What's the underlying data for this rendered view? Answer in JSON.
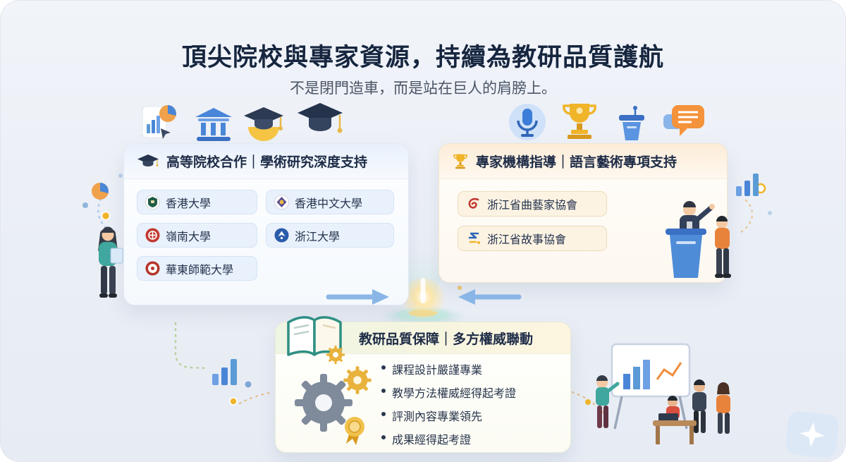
{
  "page": {
    "title": "頂尖院校與專家資源，持續為教研品質護航",
    "subtitle": "不是閉門造車，而是站在巨人的肩膀上。"
  },
  "left_card": {
    "title": "高等院校合作｜學術研究深度支持",
    "universities": [
      {
        "label": "香港大學"
      },
      {
        "label": "香港中文大學"
      },
      {
        "label": "嶺南大學"
      },
      {
        "label": "浙江大學"
      },
      {
        "label": "華東師範大學"
      }
    ]
  },
  "right_card": {
    "title": "專家機構指導｜語言藝術專項支持",
    "associations": [
      {
        "label": "浙江省曲藝家協會"
      },
      {
        "label": "浙江省故事協會"
      }
    ]
  },
  "bottom_card": {
    "title": "教研品質保障｜多方權威聯動",
    "bullets": [
      "課程設計嚴謹專業",
      "教學方法權威經得起考證",
      "評測內容專業領先",
      "成果經得起考證"
    ]
  },
  "icons": {
    "left_card_header_icon": "graduation-cap",
    "right_card_header_icon": "trophy",
    "bottom_card_header_icon": "open-book-with-gear",
    "top_left_icons": [
      "analytics-chart",
      "university-building",
      "graduation-cap-gold",
      "graduation-cap-dark"
    ],
    "top_right_icons": [
      "microphone",
      "trophy",
      "podium",
      "chat-bubble"
    ]
  },
  "colors": {
    "title_text": "#16263f",
    "accent_blue": "#4a86d8",
    "accent_gold": "#f0b429",
    "accent_orange": "#f08c3c",
    "accent_teal": "#3fa79d",
    "background": "#eaeef5"
  }
}
